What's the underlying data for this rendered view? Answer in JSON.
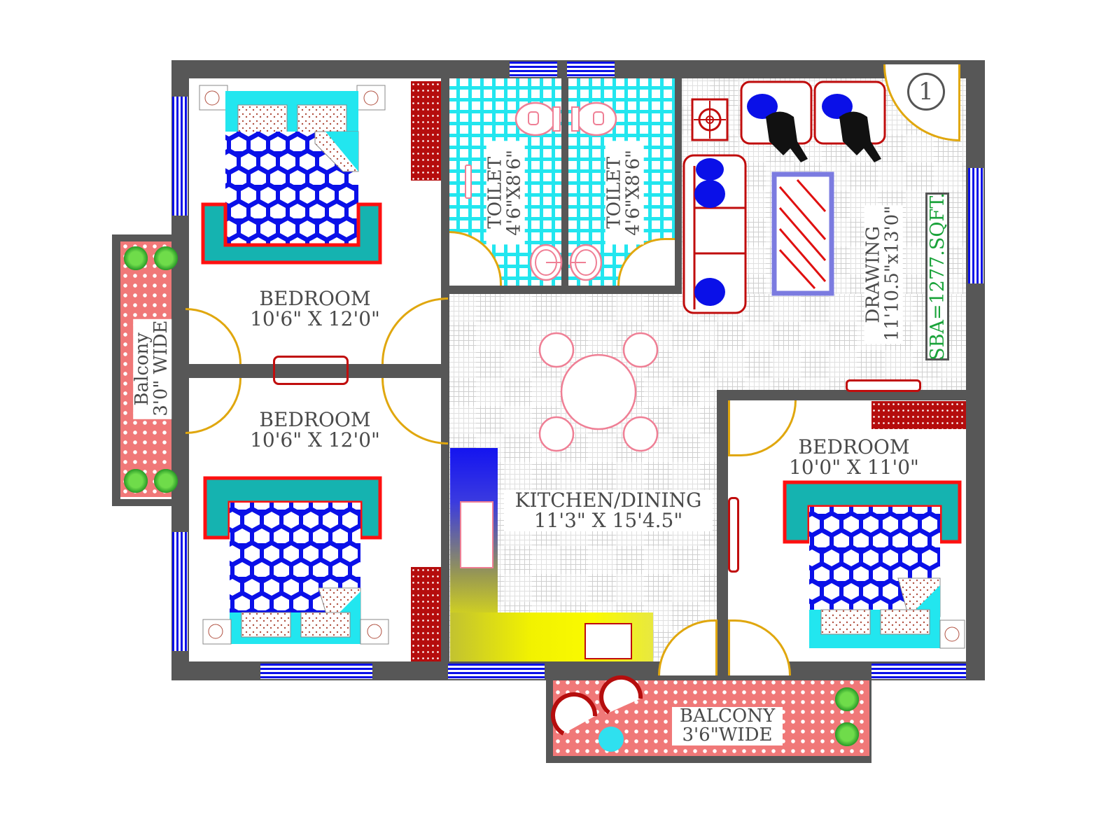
{
  "plan": {
    "title_marker": "1",
    "colors": {
      "wall": "#575757",
      "window": "#0a10e8",
      "door": "#e0a70e",
      "toilet_tile": "#22e6ef",
      "balcony": "#f07878",
      "furniture_red": "#c00d0d",
      "bed_blue": "#0a10e8",
      "bed_teal": "#15b3b0",
      "sanitary_pink": "#ef7f95",
      "sba_green": "#1aa33a",
      "label_gray": "#4a4a4a"
    },
    "rooms": [
      {
        "id": "bedroom-top-left",
        "name": "BEDROOM",
        "size": "10'6\" X 12'0\""
      },
      {
        "id": "bedroom-bottom-left",
        "name": "BEDROOM",
        "size": "10'6\" X 12'0\""
      },
      {
        "id": "toilet-1",
        "name": "TOILET",
        "size": "4'6\"X8'6\""
      },
      {
        "id": "toilet-2",
        "name": "TOILET",
        "size": "4'6\"X8'6\""
      },
      {
        "id": "drawing",
        "name": "DRAWING",
        "size": "11'10.5\"x13'0\""
      },
      {
        "id": "kitchen-dining",
        "name": "KITCHEN/DINING",
        "size": "11'3\" X 15'4.5\""
      },
      {
        "id": "bedroom-right",
        "name": "BEDROOM",
        "size": "10'0\" X 11'0\""
      },
      {
        "id": "balcony-left",
        "name": "Balcony",
        "size": "3'0\" WIDE"
      },
      {
        "id": "balcony-bottom",
        "name": "BALCONY",
        "size": "3'6\"WIDE"
      }
    ],
    "sba": "SBA=1277.SQFT."
  }
}
